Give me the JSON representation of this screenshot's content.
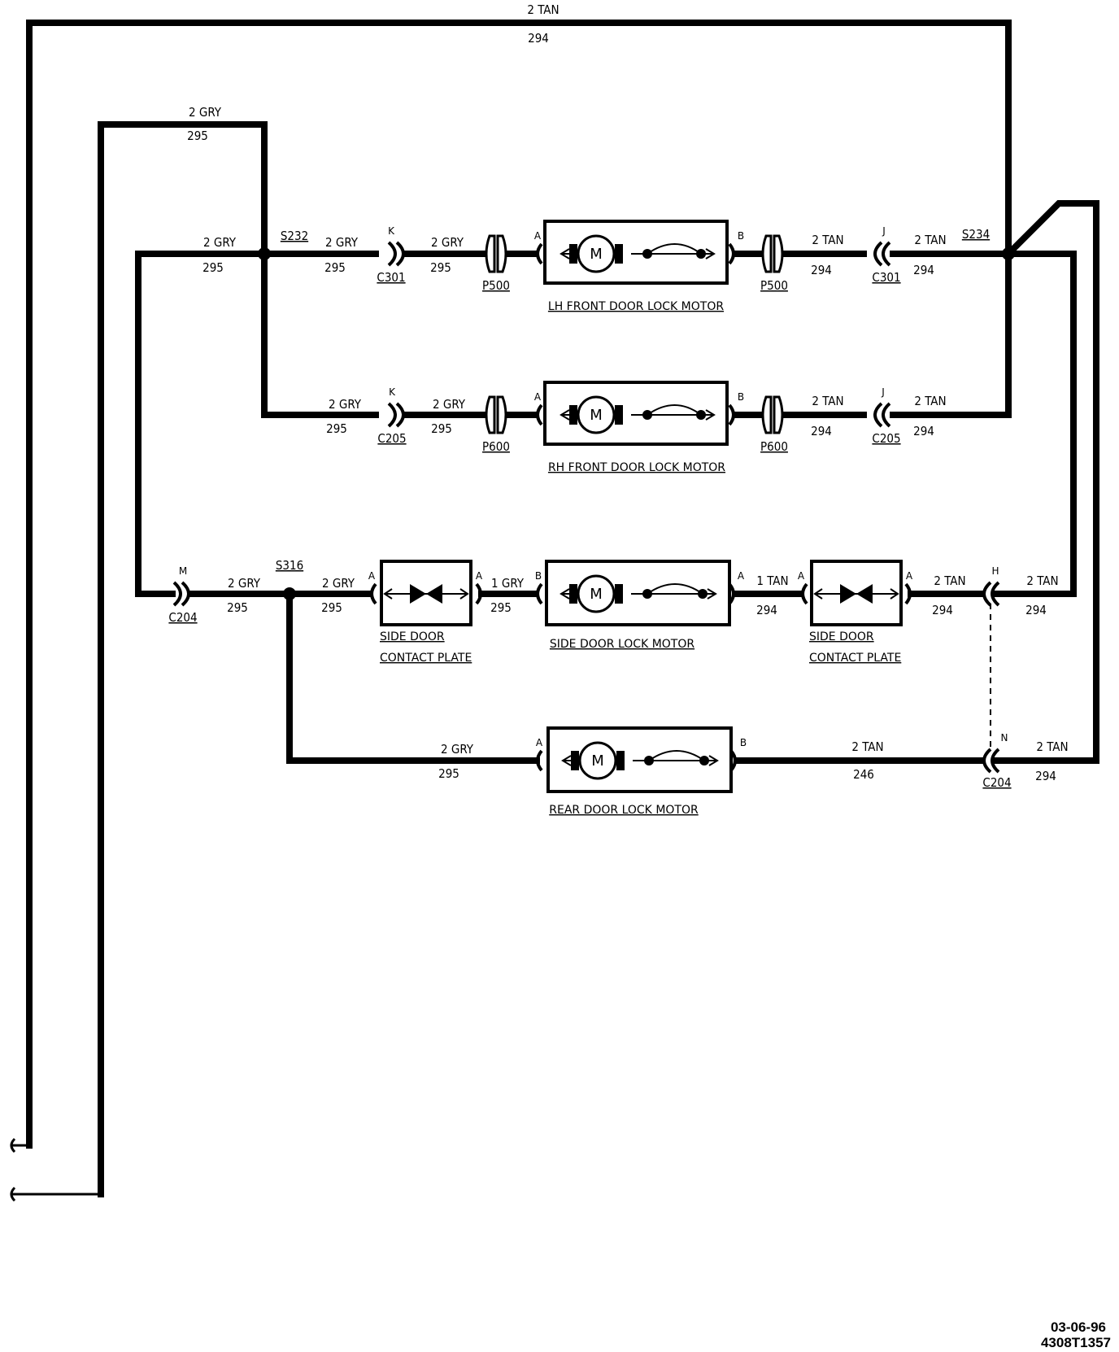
{
  "wires": {
    "top_color": "2 TAN",
    "top_circuit": "294",
    "second_color": "2 GRY",
    "second_circuit": "295"
  },
  "splices": {
    "s232": "S232",
    "s234": "S234",
    "s316": "S316"
  },
  "row1": {
    "w1_color": "2 GRY",
    "w1_circuit": "295",
    "w2_color": "2 GRY",
    "w2_circuit": "295",
    "w3_color": "2 GRY",
    "w3_circuit": "295",
    "w4_color": "2 TAN",
    "w4_circuit": "294",
    "w5_color": "2 TAN",
    "w5_circuit": "294",
    "conn_left_pin": "K",
    "conn_left": "C301",
    "conn_right_pin": "J",
    "conn_right": "C301",
    "plug_left": "P500",
    "plug_right": "P500",
    "pin_a": "A",
    "pin_b": "B",
    "motor_symbol": "M",
    "component": "LH FRONT DOOR LOCK MOTOR"
  },
  "row2": {
    "w1_color": "2 GRY",
    "w1_circuit": "295",
    "w2_color": "2 GRY",
    "w2_circuit": "295",
    "w3_color": "2 TAN",
    "w3_circuit": "294",
    "w4_color": "2 TAN",
    "w4_circuit": "294",
    "conn_left_pin": "K",
    "conn_left": "C205",
    "conn_right_pin": "J",
    "conn_right": "C205",
    "plug_left": "P600",
    "plug_right": "P600",
    "pin_a": "A",
    "pin_b": "B",
    "motor_symbol": "M",
    "component": "RH FRONT DOOR LOCK MOTOR"
  },
  "row3": {
    "w1_color": "2 GRY",
    "w1_circuit": "295",
    "w2_color": "2 GRY",
    "w2_circuit": "295",
    "w3_color": "1 GRY",
    "w3_circuit": "295",
    "w4_color": "1 TAN",
    "w4_circuit": "294",
    "w5_color": "2 TAN",
    "w5_circuit": "294",
    "w6_color": "2 TAN",
    "w6_circuit": "294",
    "conn_left_pin": "M",
    "conn_left": "C204",
    "conn_right_pin": "H",
    "contact_plate_left_line1": "SIDE DOOR",
    "contact_plate_left_line2": "CONTACT PLATE",
    "contact_plate_right_line1": "SIDE DOOR",
    "contact_plate_right_line2": "CONTACT PLATE",
    "pin_a": "A",
    "pin_b": "B",
    "motor_symbol": "M",
    "component": "SIDE DOOR LOCK MOTOR"
  },
  "row4": {
    "w1_color": "2 GRY",
    "w1_circuit": "295",
    "w2_color": "2 TAN",
    "w2_circuit": "246",
    "w3_color": "2 TAN",
    "w3_circuit": "294",
    "conn_right_pin": "N",
    "conn_right": "C204",
    "pin_a": "A",
    "pin_b": "B",
    "motor_symbol": "M",
    "component": "REAR DOOR LOCK MOTOR"
  },
  "footer": {
    "date": "03-06-96",
    "code": "4308T1357"
  }
}
